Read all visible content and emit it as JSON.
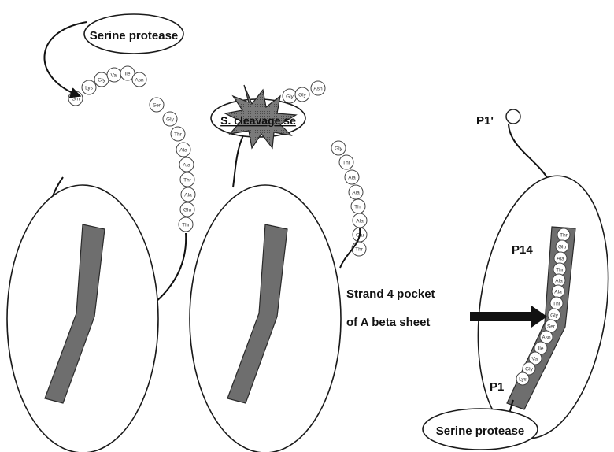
{
  "panel_left": {
    "protease_label": "Serine protease",
    "loop_residues": [
      "Gln",
      "Lys",
      "Gly",
      "Val",
      "Ile",
      "Asn",
      "Ser",
      "Gly",
      "Thr",
      "Ala",
      "Ala",
      "Thr",
      "Ala",
      "Glu",
      "Thr"
    ]
  },
  "panel_middle": {
    "cleavage_label": "S. cleavage se",
    "loop_residues": [
      "Gly",
      "Gly",
      "Asn",
      "Gly",
      "Thr",
      "Ala",
      "Ala",
      "Thr",
      "Ala",
      "Glu",
      "Thr"
    ]
  },
  "panel_right": {
    "p1prime_label": "P1'",
    "p14_label": "P14",
    "p1_label": "P1",
    "strand_pocket_label_line1": "Strand 4 pocket",
    "strand_pocket_label_line2": "of A beta sheet",
    "protease_label": "Serine protease",
    "inserted_residues": [
      "Thr",
      "Glu",
      "Ala",
      "Thr",
      "Ala",
      "Ala",
      "Thr",
      "Gly",
      "Ser",
      "Asn",
      "Ile",
      "Val",
      "Gly",
      "Lys"
    ]
  },
  "colors": {
    "strand_fill": "#6e6e6e",
    "outline": "#1a1a1a"
  }
}
